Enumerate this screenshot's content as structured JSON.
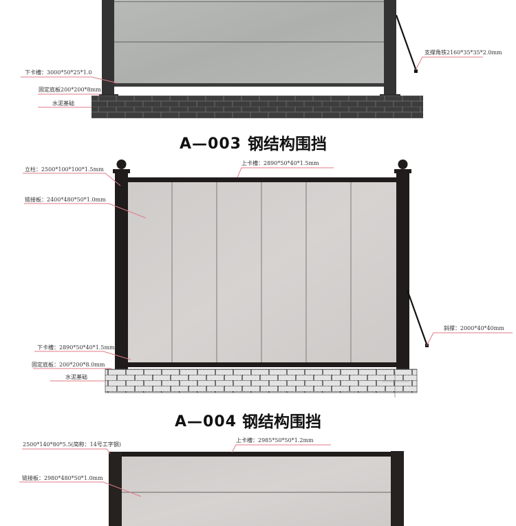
{
  "colors": {
    "leader_line": "#e07a86",
    "post_dark": "#2e2e2e",
    "post_black": "#1f1c1b",
    "panel_gray_a002": "#b3b5b3",
    "panel_gray_a003": "#d2cfcd",
    "panel_gray_a004": "#cfccc9",
    "brick_dark": "#3d3d3d",
    "brick_light": "#e2e2e2"
  },
  "sections": [
    {
      "id": "A-002-partial",
      "labels": {
        "bottom_channel": "下卡槽：3000*50*25*1.0",
        "base_plate": "固定底板200*200*8mm",
        "foundation": "水泥基础",
        "brace": "支撑角铁2160*35*35*2.0mm"
      }
    },
    {
      "id": "A-003",
      "title": {
        "code": "A—003",
        "name": "钢结构围挡"
      },
      "labels": {
        "post": "立柱：2500*100*100*1.5mm",
        "top_channel": "上卡槽：2890*50*40*1.5mm",
        "panel": "链接板：2400*480*50*1.0mm",
        "brace": "斜撑：2000*40*40mm",
        "bottom_channel": "下卡槽：2890*50*40*1.5mm",
        "base_plate": "固定底板：200*200*8.0mm",
        "foundation": "水泥基础"
      }
    },
    {
      "id": "A-004",
      "title": {
        "code": "A—004",
        "name": "钢结构围挡"
      },
      "labels": {
        "post": "2500*140*80*5.5(简称：14号工字钢)",
        "top_channel": "上卡槽：2985*50*50*1.2mm",
        "panel": "链接板：2980*480*50*1.0mm"
      }
    }
  ]
}
